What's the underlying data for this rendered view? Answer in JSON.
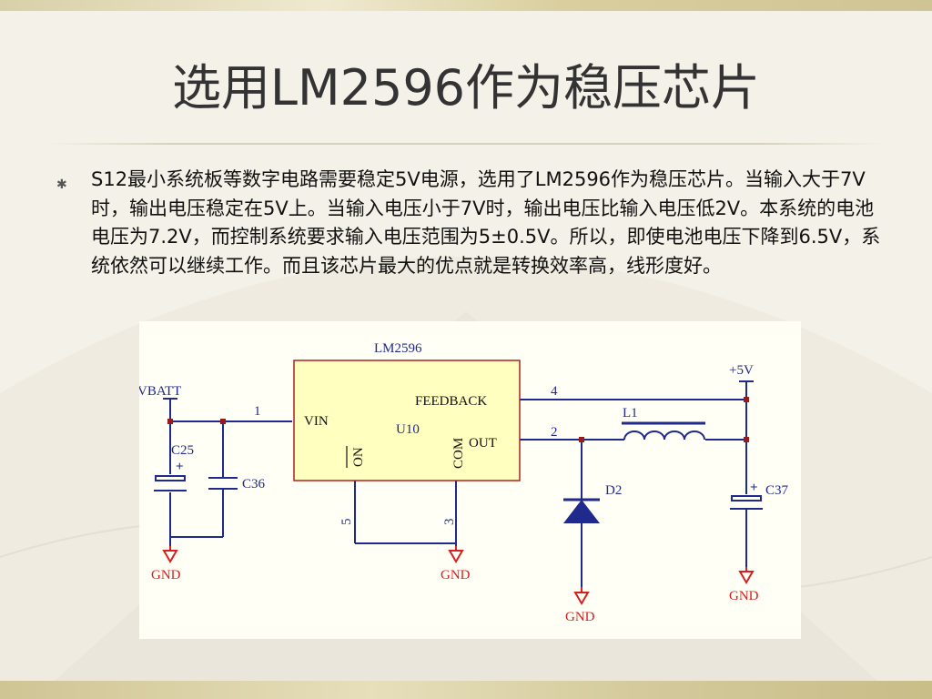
{
  "slide": {
    "title": "选用LM2596作为稳压芯片",
    "bullet_symbol": "✱",
    "body": "S12最小系统板等数字电路需要稳定5V电源，选用了LM2596作为稳压芯片。当输入大于7V时，输出电压稳定在5V上。当输入电压小于7V时，输出电压比输入电压低2V。本系统的电池电压为7.2V，而控制系统要求输入电压范围为5±0.5V。所以，即使电池电压下降到6.5V，系统依然可以继续工作。而且该芯片最大的优点就是转换效率高，线形度好。"
  },
  "schematic": {
    "chip_name": "LM2596",
    "chip_ref": "U10",
    "pins": {
      "vin": "VIN",
      "on": "ON",
      "feedback": "FEEDBACK",
      "com": "COM",
      "out": "OUT",
      "pin1": "1",
      "pin2": "2",
      "pin3": "3",
      "pin4": "4",
      "pin5": "5"
    },
    "nets": {
      "vbatt": "VBATT",
      "plus5v": "+5V",
      "gnd": "GND"
    },
    "components": {
      "c25": "C25",
      "c36": "C36",
      "c37": "C37",
      "l1": "L1",
      "d2": "D2"
    },
    "plus_sign": "+",
    "colors": {
      "wire": "#1f2a8c",
      "label": "#1f2a8c",
      "ground": "#d42020",
      "chip_fill": "#ffffc0",
      "chip_border": "#b02020",
      "junction": "#9a1a1a"
    }
  }
}
